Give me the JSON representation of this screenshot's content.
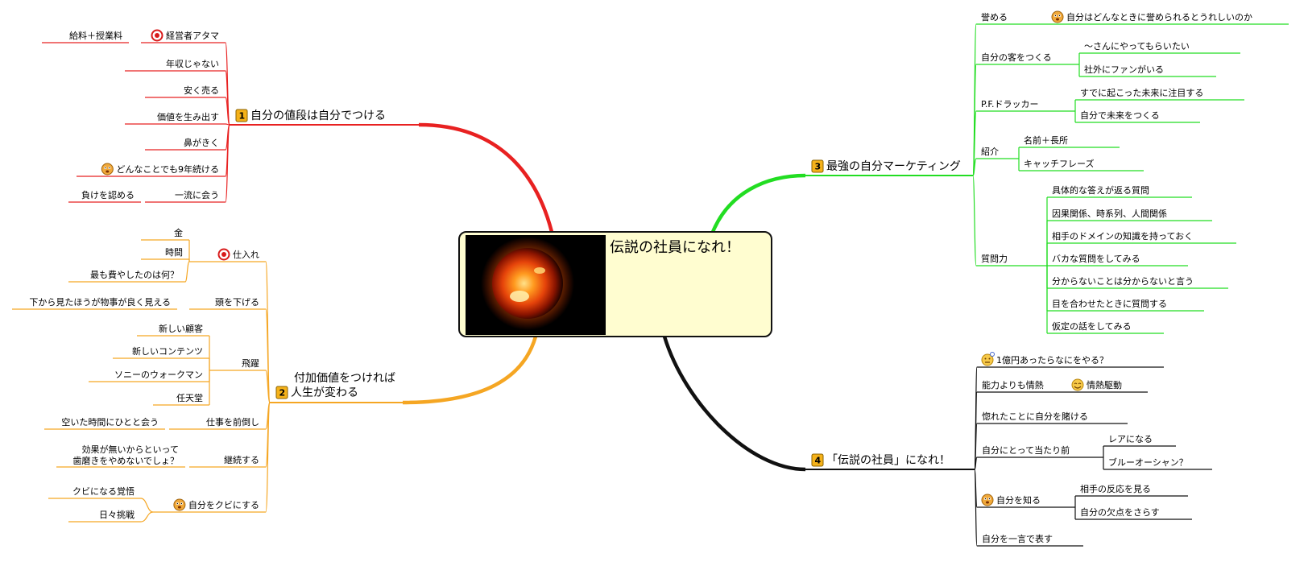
{
  "central": {
    "title": "伝説の社員になれ！"
  },
  "branches": [
    {
      "num": "1",
      "label": "自分の値段は自分でつける",
      "color": "#e82121",
      "children": [
        {
          "label": "経営者アタマ",
          "icon": "target",
          "children": [
            {
              "label": "給料＋授業料"
            }
          ]
        },
        {
          "label": "年収じゃない"
        },
        {
          "label": "安く売る"
        },
        {
          "label": "価値を生み出す"
        },
        {
          "label": "鼻がきく"
        },
        {
          "label": "どんなことでも9年続ける",
          "icon": "face"
        },
        {
          "label": "一流に会う",
          "children": [
            {
              "label": "負けを認める"
            }
          ]
        }
      ]
    },
    {
      "num": "2",
      "label": "付加価値をつければ",
      "label2": "人生が変わる",
      "color": "#f5a623",
      "children": [
        {
          "label": "仕入れ",
          "icon": "target",
          "children": [
            {
              "label": "金"
            },
            {
              "label": "時間"
            },
            {
              "label": "最も費やしたのは何？"
            }
          ]
        },
        {
          "label": "頭を下げる",
          "children": [
            {
              "label": "下から見たほうが物事が良く見える"
            }
          ]
        },
        {
          "label": "飛躍",
          "children": [
            {
              "label": "新しい顧客"
            },
            {
              "label": "新しいコンテンツ"
            },
            {
              "label": "ソニーのウォークマン"
            },
            {
              "label": "任天堂"
            }
          ]
        },
        {
          "label": "仕事を前倒し",
          "children": [
            {
              "label": "空いた時間にひとと会う"
            }
          ]
        },
        {
          "label": "継続する",
          "children": [
            {
              "label": "効果が無いからといって",
              "label2": "歯磨きをやめないでしょ？"
            }
          ]
        },
        {
          "label": "自分をクビにする",
          "icon": "face",
          "children": [
            {
              "label": "クビになる覚悟"
            },
            {
              "label": "日々挑戦"
            }
          ]
        }
      ]
    },
    {
      "num": "3",
      "label": "最強の自分マーケティング",
      "color": "#22dd22",
      "children": [
        {
          "label": "誉める",
          "children": [
            {
              "label": "自分はどんなときに誉められるとうれしいのか",
              "icon": "face"
            }
          ]
        },
        {
          "label": "自分の客をつくる",
          "children": [
            {
              "label": "～さんにやってもらいたい"
            },
            {
              "label": "社外にファンがいる"
            }
          ]
        },
        {
          "label": "P.F.ドラッカー",
          "children": [
            {
              "label": "すでに起こった未来に注目する"
            },
            {
              "label": "自分で未来をつくる"
            }
          ]
        },
        {
          "label": "紹介",
          "children": [
            {
              "label": "名前＋長所"
            },
            {
              "label": "キャッチフレーズ"
            }
          ]
        },
        {
          "label": "質問力",
          "children": [
            {
              "label": "具体的な答えが返る質問"
            },
            {
              "label": "因果関係、時系列、人間関係"
            },
            {
              "label": "相手のドメインの知識を持っておく"
            },
            {
              "label": "バカな質問をしてみる"
            },
            {
              "label": "分からないことは分からないと言う"
            },
            {
              "label": "目を合わせたときに質問する"
            },
            {
              "label": "仮定の話をしてみる"
            }
          ]
        }
      ]
    },
    {
      "num": "4",
      "label": "「伝説の社員」になれ！",
      "color": "#111111",
      "children": [
        {
          "label": "1億円あったらなにをやる？",
          "icon": "thinking"
        },
        {
          "label": "能力よりも情熱",
          "children": [
            {
              "label": "情熱駆動",
              "icon": "smile"
            }
          ]
        },
        {
          "label": "惚れたことに自分を賭ける"
        },
        {
          "label": "自分にとって当たり前",
          "children": [
            {
              "label": "レアになる"
            },
            {
              "label": "ブルーオーシャン？"
            }
          ]
        },
        {
          "label": "自分を知る",
          "icon": "face",
          "children": [
            {
              "label": "相手の反応を見る"
            },
            {
              "label": "自分の欠点をさらす"
            }
          ]
        },
        {
          "label": "自分を一言で表す"
        }
      ]
    }
  ]
}
